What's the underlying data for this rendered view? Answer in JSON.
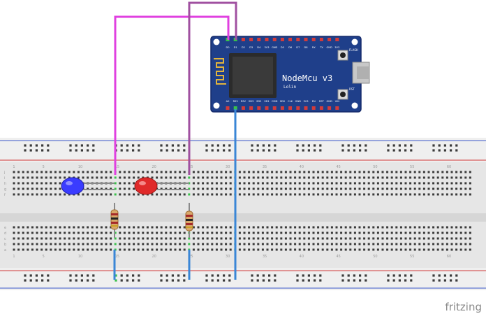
{
  "board": {
    "name": "NodeMcu v3",
    "maker": "Lolin",
    "button_flash": "FLASH",
    "button_rst": "RST",
    "top_pins": [
      "D0",
      "D1",
      "D2",
      "D3",
      "D4",
      "3V3",
      "GND",
      "D5",
      "D6",
      "D7",
      "D8",
      "RX",
      "TX",
      "GND",
      "3V3"
    ],
    "bottom_pins": [
      "A0",
      "RSV",
      "RSV",
      "SD3",
      "SD2",
      "SD1",
      "CMD",
      "SD0",
      "CLK",
      "GND",
      "3V3",
      "EN",
      "RST",
      "GND",
      "VIN"
    ]
  },
  "breadboard": {
    "row_letters_top": [
      "j",
      "i",
      "h",
      "g",
      "f"
    ],
    "row_letters_bottom": [
      "e",
      "d",
      "c",
      "b",
      "a"
    ],
    "column_numbers": [
      "1",
      "5",
      "10",
      "15",
      "20",
      "25",
      "30",
      "35",
      "40",
      "45",
      "50",
      "55",
      "60"
    ]
  },
  "components": {
    "led_blue_color": "#3a3cff",
    "led_red_color": "#e02a2a",
    "wire_pink_color": "#e040e0",
    "wire_purple_color": "#a050a0",
    "wire_blue_color": "#3a86d6",
    "board_color": "#1f3f8a"
  },
  "watermark": "fritzing"
}
